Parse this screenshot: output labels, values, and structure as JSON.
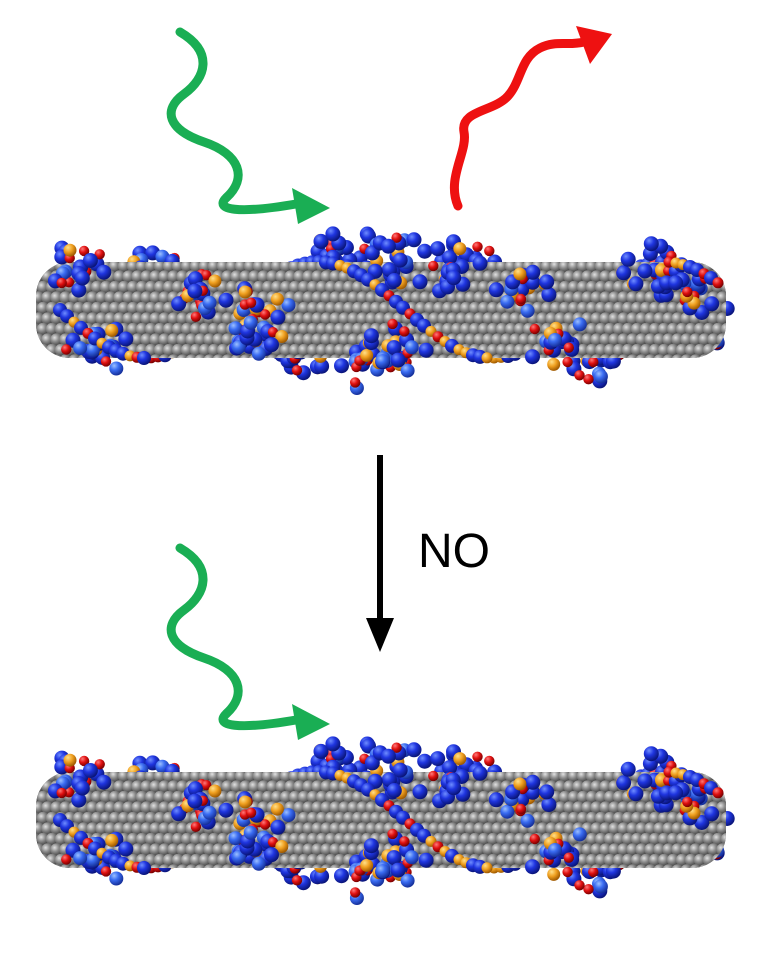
{
  "figure": {
    "arrow_label": "NO",
    "colors": {
      "background": "#ffffff",
      "tube_atom": "#8c8c8c",
      "tube_atom_highlight": "#d6d6d6",
      "tube_atom_shadow": "#4a4a4a",
      "dna_blue": "#1a2fd6",
      "dna_blue_light": "#3a66ff",
      "oxygen_red": "#e01010",
      "phosphorus_orange": "#f0a020",
      "excitation_green": "#1aae54",
      "emission_red": "#ee1111",
      "reaction_arrow": "#000000"
    },
    "panels": [
      {
        "name": "before",
        "excitation": "excitation-light-wave",
        "emission": "emission-light-wave"
      },
      {
        "name": "after",
        "excitation": "excitation-light-wave",
        "emission": null
      }
    ]
  }
}
